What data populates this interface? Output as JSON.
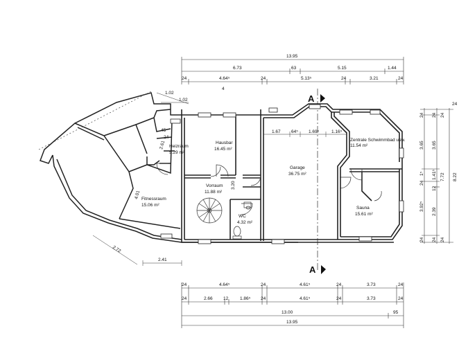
{
  "rooms": {
    "heizraum": {
      "name": "Heizraum",
      "area": "5.29 m²"
    },
    "hausbar": {
      "name": "Hausbar",
      "area": "16.45 m²"
    },
    "garage": {
      "name": "Garage",
      "area": "36.75 m²"
    },
    "zentrale": {
      "name": "Zentrale Schwimmbad usw.",
      "area": "11.54 m²"
    },
    "vorraum": {
      "name": "Vorraum",
      "area": "11.88 m²"
    },
    "wc": {
      "name": "WC",
      "area": "4.32 m²"
    },
    "fitness": {
      "name": "Fitnessraum",
      "area": "15.06 m²"
    },
    "sauna": {
      "name": "Sauna",
      "area": "15.61 m²"
    }
  },
  "section": {
    "top": "A",
    "bottom": "A"
  },
  "dims_top": {
    "total": "13.95",
    "row2": [
      "6.73",
      "63",
      "5.15",
      "1.44"
    ],
    "row3": [
      "24",
      "4.64⁵",
      "24",
      "5.13⁵",
      "24",
      "3.21",
      "24"
    ]
  },
  "dims_bottom": {
    "row1": [
      "24",
      "4.64⁵",
      "24",
      "4.61⁵",
      "24",
      "3.73",
      "24"
    ],
    "row2": [
      "24",
      "2.66",
      "12",
      "1.86⁵",
      "24",
      "4.61⁵",
      "24",
      "3.73",
      "24"
    ],
    "row3": [
      "13.00",
      "95"
    ],
    "total": "13.95"
  },
  "dims_right": {
    "a": [
      "24",
      "3.65",
      "1⁵",
      "24",
      "3.92⁵",
      "24"
    ],
    "b": [
      "24",
      "3.65",
      "1.41⁵",
      "12",
      "2.39",
      "24"
    ],
    "c": [
      "24",
      "7.72",
      "24"
    ],
    "d": [
      "8.22"
    ],
    "top_mark": "24"
  },
  "dims_interior": {
    "garage_row": [
      "1.67",
      "64⁵",
      "1.69⁵",
      "1.16⁵"
    ],
    "corner": [
      "1.02",
      "1.02"
    ],
    "heiz_stack": [
      "45",
      "24",
      "2.61"
    ],
    "vorraum_w": "3.20",
    "fitness_h": "4.01",
    "diag1": "2.72",
    "left": "2.41",
    "misc_4": "4"
  }
}
